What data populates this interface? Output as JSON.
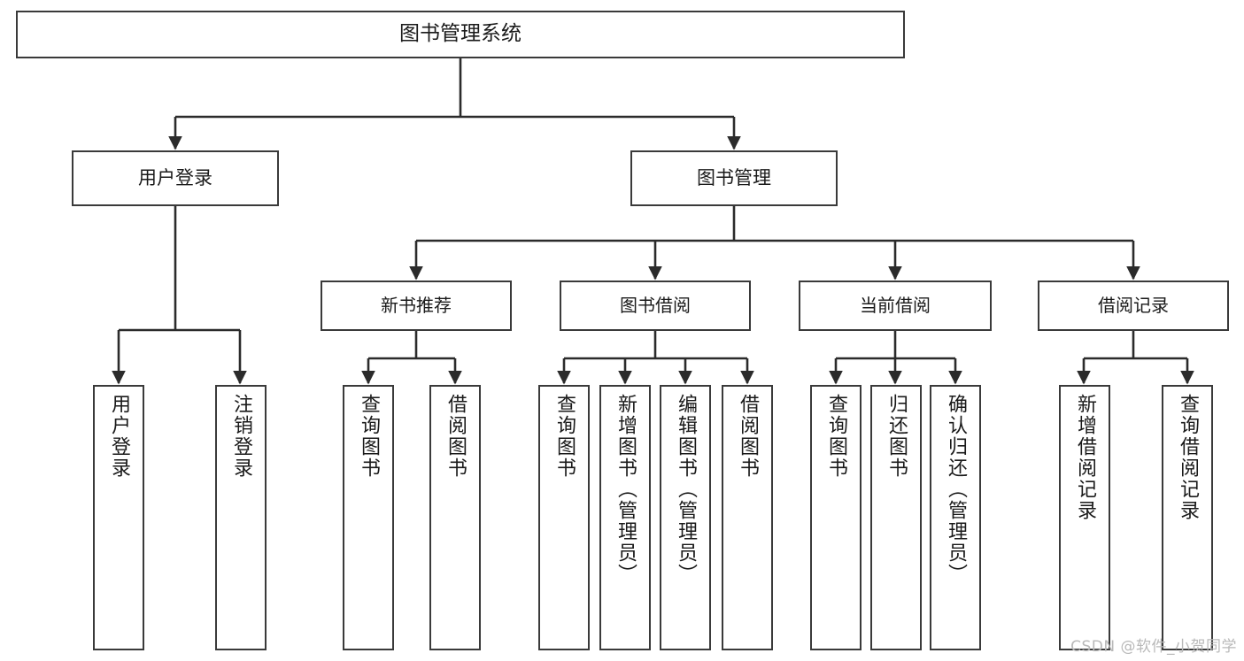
{
  "diagram": {
    "title": "图书管理系统",
    "type": "functional-structure-tree",
    "watermark": "CSDN @软件_小贺同学",
    "colors": {
      "background": "#ffffff",
      "border": "#3a3a3a",
      "text": "#1a1a1a",
      "connector": "#2b2b2b",
      "watermark": "#b9b9b9"
    },
    "root": {
      "label": "图书管理系统"
    },
    "level1": [
      {
        "label": "用户登录"
      },
      {
        "label": "图书管理"
      }
    ],
    "level2": [
      {
        "label": "新书推荐"
      },
      {
        "label": "图书借阅"
      },
      {
        "label": "当前借阅"
      },
      {
        "label": "借阅记录"
      }
    ],
    "leaves": {
      "user_login": [
        {
          "label": "用户登录"
        },
        {
          "label": "注销登录"
        }
      ],
      "new_book_recommend": [
        {
          "label": "查询图书"
        },
        {
          "label": "借阅图书"
        }
      ],
      "book_borrow": [
        {
          "label": "查询图书"
        },
        {
          "label": "新增图书（管理员）"
        },
        {
          "label": "编辑图书（管理员）"
        },
        {
          "label": "借阅图书"
        }
      ],
      "current_borrow": [
        {
          "label": "查询图书"
        },
        {
          "label": "归还图书"
        },
        {
          "label": "确认归还（管理员）"
        }
      ],
      "borrow_record": [
        {
          "label": "新增借阅记录"
        },
        {
          "label": "查询借阅记录"
        }
      ]
    }
  }
}
